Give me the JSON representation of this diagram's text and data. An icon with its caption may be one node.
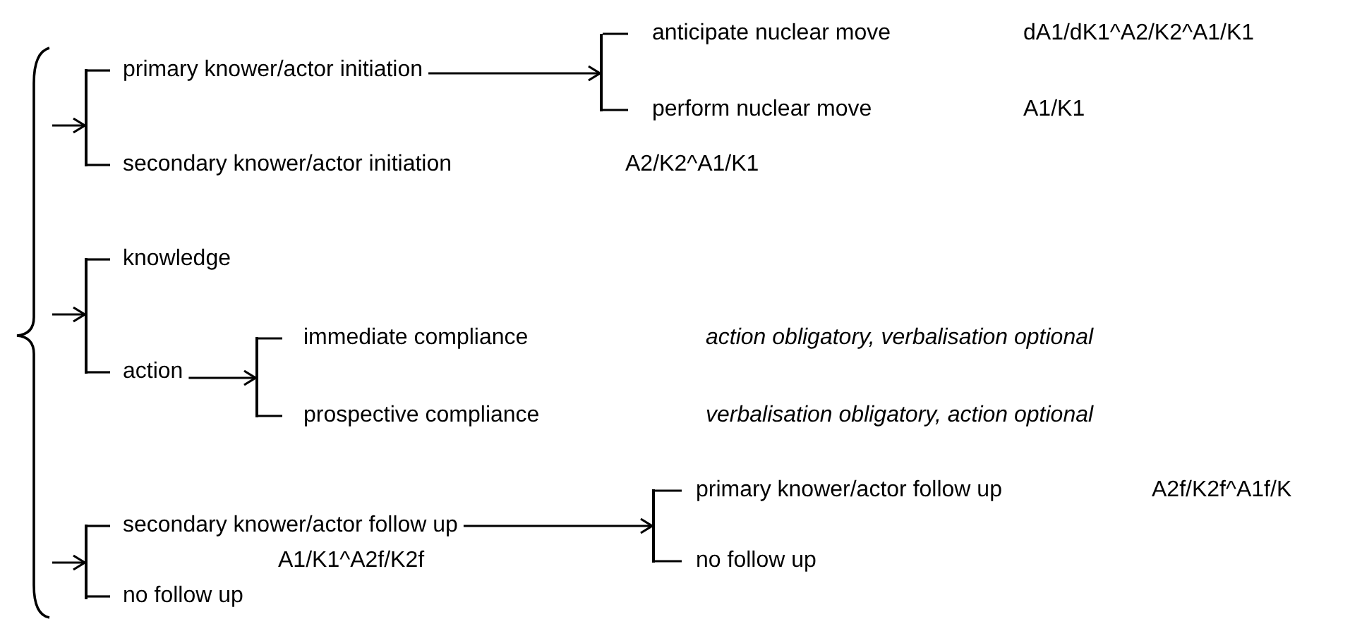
{
  "diagram": {
    "nodes": [
      {
        "text": [],
        "shape": "brace"
      },
      {
        "text": [],
        "shape": "bar"
      },
      {
        "text": [
          "primary knower/actor initiation"
        ]
      },
      {
        "text": [],
        "shape": "bar"
      },
      {
        "text": [
          "anticipate nuclear move"
        ],
        "beside": [
          "dA1/dK1^A2/K2^A1/K1"
        ]
      },
      {
        "text": [
          "perform nuclear move"
        ],
        "beside": [
          "A1/K1"
        ]
      },
      {
        "text": [
          "secondary knower/actor initiation"
        ],
        "beside": [
          "A2/K2^A1/K1"
        ]
      },
      {
        "text": [],
        "shape": "bar"
      },
      {
        "text": [
          "knowledge"
        ]
      },
      {
        "text": [
          "action"
        ]
      },
      {
        "text": [],
        "shape": "bar"
      },
      {
        "text": [
          "immediate compliance"
        ],
        "beside": [
          "action obligatory, verbalisation optional"
        ]
      },
      {
        "text": [
          "prospective compliance"
        ],
        "beside": [
          "verbalisation obligatory, action optional"
        ]
      },
      {
        "text": [],
        "shape": "bar"
      },
      {
        "text": [
          "secondary knower/actor follow up"
        ],
        "beside": [
          "A1/K1^A2f/K2f"
        ]
      },
      {
        "text": [],
        "shape": "bar"
      },
      {
        "text": [
          "primary knower/actor follow up"
        ],
        "beside": [
          "A2f/K2f^A1f/K"
        ]
      },
      {
        "text": [
          "no follow up"
        ]
      },
      {
        "text": [
          "no follow up"
        ]
      }
    ],
    "edges": [
      {
        "from": 0,
        "to": 1,
        "arrow": "to"
      },
      {
        "from": 1,
        "to": 2,
        "arrow": "none"
      },
      {
        "from": 2,
        "to": 3,
        "arrow": "to"
      },
      {
        "from": 3,
        "to": 4,
        "arrow": "none"
      },
      {
        "from": 3,
        "to": 5,
        "arrow": "none"
      },
      {
        "from": 1,
        "to": 6,
        "arrow": "none"
      },
      {
        "from": 0,
        "to": 7,
        "arrow": "to"
      },
      {
        "from": 7,
        "to": 8,
        "arrow": "none"
      },
      {
        "from": 7,
        "to": 9,
        "arrow": "none"
      },
      {
        "from": 9,
        "to": 10,
        "arrow": "to"
      },
      {
        "from": 10,
        "to": 11,
        "arrow": "none"
      },
      {
        "from": 10,
        "to": 12,
        "arrow": "none"
      },
      {
        "from": 0,
        "to": 13,
        "arrow": "to"
      },
      {
        "from": 13,
        "to": 14,
        "arrow": "none"
      },
      {
        "from": 14,
        "to": 15,
        "arrow": "to"
      },
      {
        "from": 15,
        "to": 16,
        "arrow": "none"
      },
      {
        "from": 15,
        "to": 17,
        "arrow": "none"
      },
      {
        "from": 13,
        "to": 18,
        "arrow": "none"
      }
    ]
  }
}
